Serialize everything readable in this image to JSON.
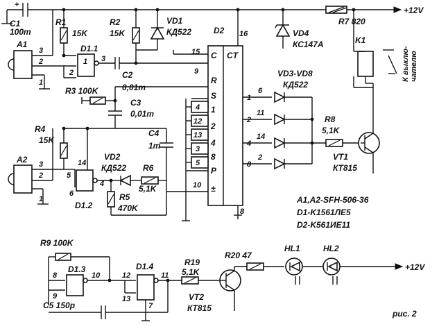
{
  "components": {
    "C1": {
      "ref": "C1",
      "value": "100m"
    },
    "R1": {
      "ref": "R1",
      "value": "15K"
    },
    "R2": {
      "ref": "R2",
      "value": "15K"
    },
    "VD1": {
      "ref": "VD1",
      "value": "КД522"
    },
    "D2": {
      "ref": "D2"
    },
    "R7": {
      "ref": "R7",
      "value": "820"
    },
    "VD4": {
      "ref": "VD4",
      "value": "КС147А"
    },
    "K1": {
      "ref": "K1"
    },
    "A1": {
      "ref": "A1"
    },
    "D1_1": {
      "ref": "D1.1"
    },
    "C2": {
      "ref": "C2",
      "value": "0,01m"
    },
    "R3": {
      "ref": "R3 100K"
    },
    "C3": {
      "ref": "C3",
      "value": "0,01m"
    },
    "R4": {
      "ref": "R4",
      "value": "15K"
    },
    "C4": {
      "ref": "C4",
      "value": "1m"
    },
    "VD2": {
      "ref": "VD2",
      "value": "КД522"
    },
    "R6": {
      "ref": "R6",
      "value": "5,1K"
    },
    "R5": {
      "ref": "R5",
      "value": "470K"
    },
    "A2": {
      "ref": "A2"
    },
    "D1_2": {
      "ref": "D1.2"
    },
    "VD3_8": {
      "ref": "VD3-VD8",
      "value": "КД522"
    },
    "R8": {
      "ref": "R8",
      "value": "5,1K"
    },
    "VT1": {
      "ref": "VT1",
      "value": "КТ815"
    },
    "R9": {
      "ref": "R9 100K"
    },
    "D1_3": {
      "ref": "D1.3"
    },
    "D1_4": {
      "ref": "D1.4"
    },
    "R19": {
      "ref": "R19",
      "value": "5,1K"
    },
    "R20": {
      "ref": "R20 47"
    },
    "HL1": {
      "ref": "HL1"
    },
    "HL2": {
      "ref": "HL2"
    },
    "VT2": {
      "ref": "VT2",
      "value": "КТ815"
    },
    "C5": {
      "ref": "C5 150p"
    }
  },
  "supply": {
    "top": "+12V",
    "bottom": "+12V"
  },
  "load": {
    "line1": "К выклю-",
    "line2": "чателю"
  },
  "chip_labels": {
    "ct": "CT",
    "c": "C",
    "r": "R",
    "s": "S",
    "p": "P",
    "plus": "±"
  },
  "pins": {
    "c1_top": "3",
    "a1_2": "2",
    "a1_1": "1",
    "d11_in1": "1",
    "d11_in2": "2",
    "d11_out": "3",
    "d2_15": "15",
    "d2_9": "9",
    "d2_16": "16",
    "d2_8": "8",
    "in1": "4",
    "in2": "12",
    "in3": "13",
    "in4": "3",
    "in5": "5",
    "in10": "10",
    "d1": "1",
    "d2": "2",
    "d4": "4",
    "d8": "8",
    "d_p": "P",
    "out6": "6",
    "out11": "11",
    "out14": "14",
    "out2": "2",
    "a2_3": "3",
    "a2_2": "2",
    "a2_1": "1",
    "d12_5": "5",
    "d12_6": "6",
    "d12_14": "14",
    "d12_4": "4",
    "d13_8": "8",
    "d13_9": "9",
    "d13_10": "10",
    "d14_12": "12",
    "d14_13": "13",
    "d14_11": "11",
    "d14_7": "7"
  },
  "part_list": {
    "l1": "A1,A2-SFH-506-36",
    "l2": "D1-K1561ЛЕ5",
    "l3": "D2-K561ИЕ11"
  },
  "figure_label": "рис. 2"
}
